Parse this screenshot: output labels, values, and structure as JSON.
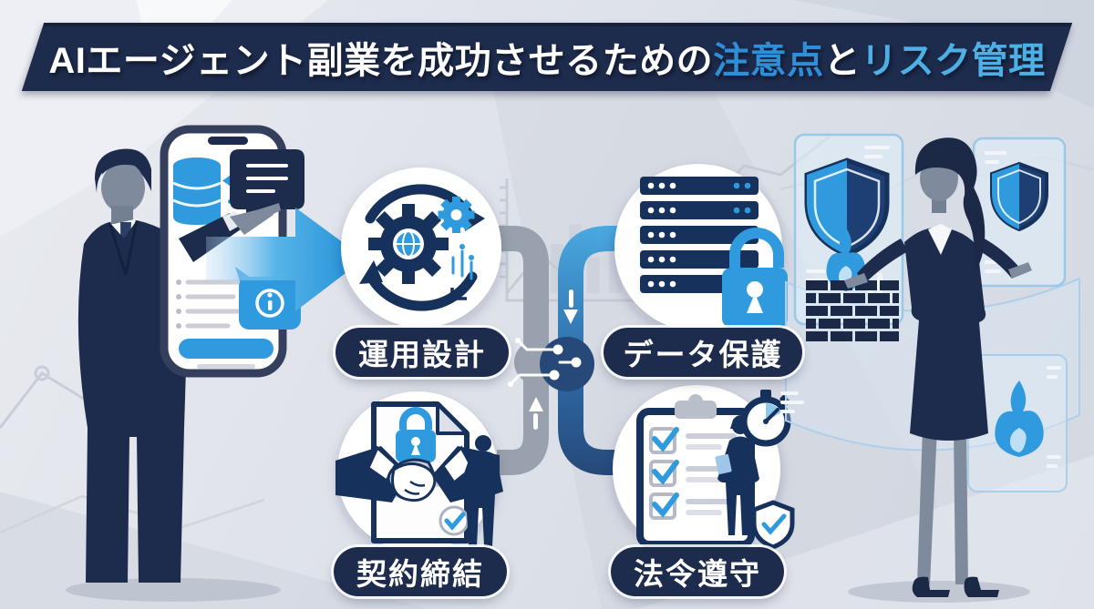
{
  "title": {
    "full": "AIエージェント副業を成功させるための注意点とリスク管理",
    "segments": [
      {
        "text": "AIエージェント副業を成功させるための",
        "color": "#ffffff"
      },
      {
        "text": "注意点",
        "color": "#2e8ed8"
      },
      {
        "text": "と",
        "color": "#ffffff"
      },
      {
        "text": "リスク管理",
        "color": "#4cb0e6"
      }
    ]
  },
  "steps": [
    {
      "label": "運用設計",
      "icon": "gears-cycle-icon",
      "position": "top-left"
    },
    {
      "label": "データ保護",
      "icon": "server-lock-icon",
      "position": "top-right"
    },
    {
      "label": "契約締結",
      "icon": "handshake-contract-icon",
      "position": "bottom-left"
    },
    {
      "label": "法令遵守",
      "icon": "checklist-stopwatch-icon",
      "position": "bottom-right"
    }
  ],
  "figures": {
    "left": "businessman-pointing-at-smartphone",
    "right": "businesswoman-with-security-panels"
  },
  "phone_icons": [
    "database-icon",
    "sync-arrows-icon",
    "chat-bubble-icon",
    "info-bubble-icon",
    "list-lines",
    "action-button-bar"
  ],
  "security_icons": [
    "shield-icon",
    "small-shield-icon",
    "firewall-brick-icon",
    "flame-icon"
  ],
  "colors": {
    "banner_bg": "#1d2b4d",
    "pill_bg": "#1d2b4d",
    "pill_text": "#ffffff",
    "accent_blue": "#2f9ade",
    "accent_light_blue": "#4cb0e6",
    "icon_navy": "#16325c",
    "pipe_gray": "#98a1ad",
    "pipe_navy": "#27497a",
    "background_light": "#e9ebf0"
  }
}
